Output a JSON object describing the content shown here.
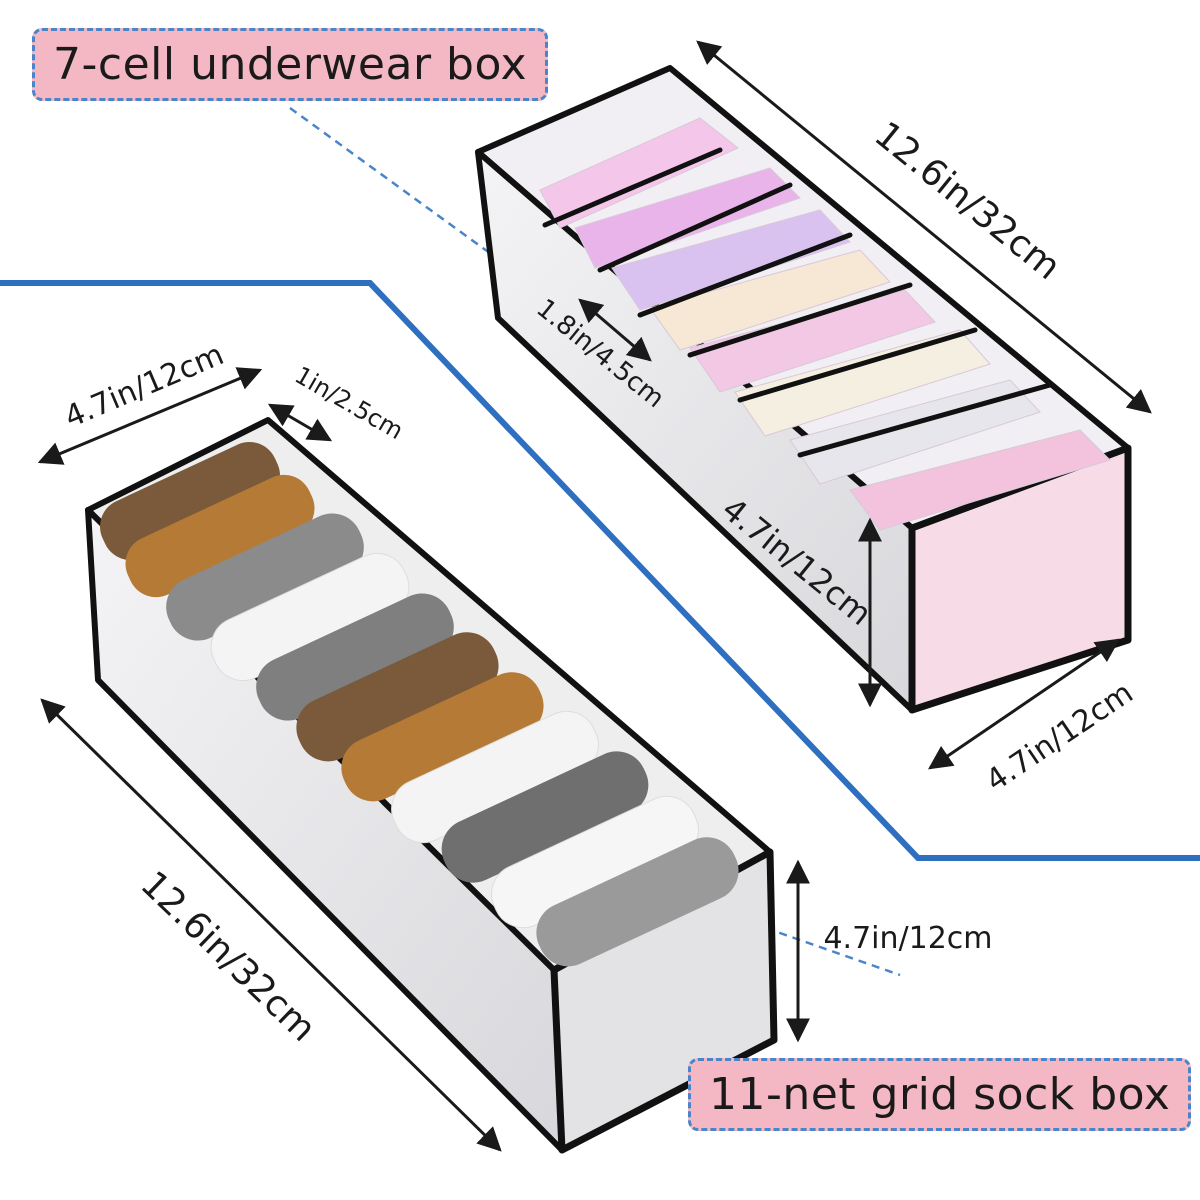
{
  "labels": {
    "underwear_box": "7-cell underwear box",
    "sock_box": "11-net grid sock box"
  },
  "underwear_box_dimensions": {
    "length": "12.6in/32cm",
    "cell_width": "1.8in/4.5cm",
    "height": "4.7in/12cm",
    "width": "4.7in/12cm"
  },
  "sock_box_dimensions": {
    "width": "4.7in/12cm",
    "cell_width": "1in/2.5cm",
    "length": "12.6in/32cm",
    "height": "4.7in/12cm"
  },
  "colors": {
    "label_fill": "#f3b8c3",
    "label_border": "#4a84c9",
    "divider_line": "#2f6fc0",
    "box_trim": "#111111"
  }
}
